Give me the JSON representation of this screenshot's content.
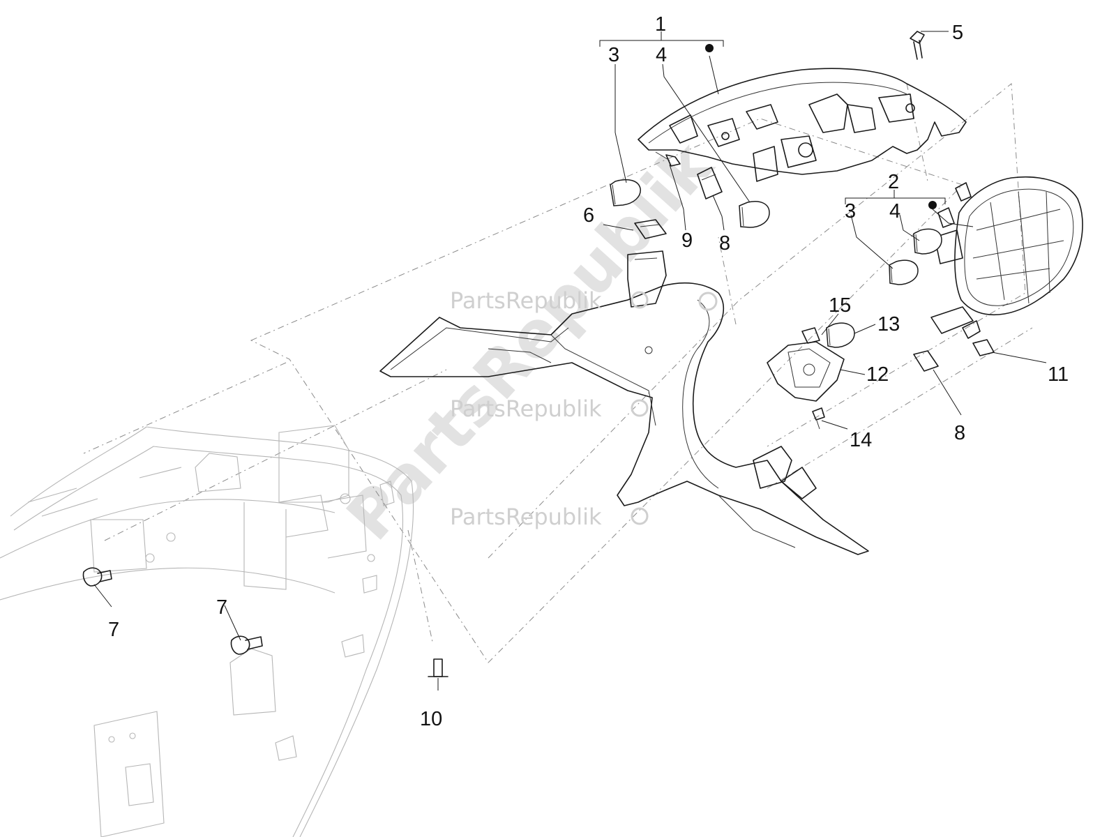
{
  "watermark": {
    "brand": "PartsRepublik",
    "color": "#cfcfcf"
  },
  "callouts": {
    "c1": "1",
    "c2": "2",
    "c3a": "3",
    "c4a": "4",
    "c3b": "3",
    "c4b": "4",
    "c5": "5",
    "c6": "6",
    "c7a": "7",
    "c7b": "7",
    "c8a": "8",
    "c8b": "8",
    "c9": "9",
    "c10": "10",
    "c11": "11",
    "c12": "12",
    "c13": "13",
    "c14": "14",
    "c15": "15"
  },
  "colors": {
    "line": "#1a1a1a",
    "frame": "#b5b5b5",
    "dashed": "#8a8a8a"
  }
}
